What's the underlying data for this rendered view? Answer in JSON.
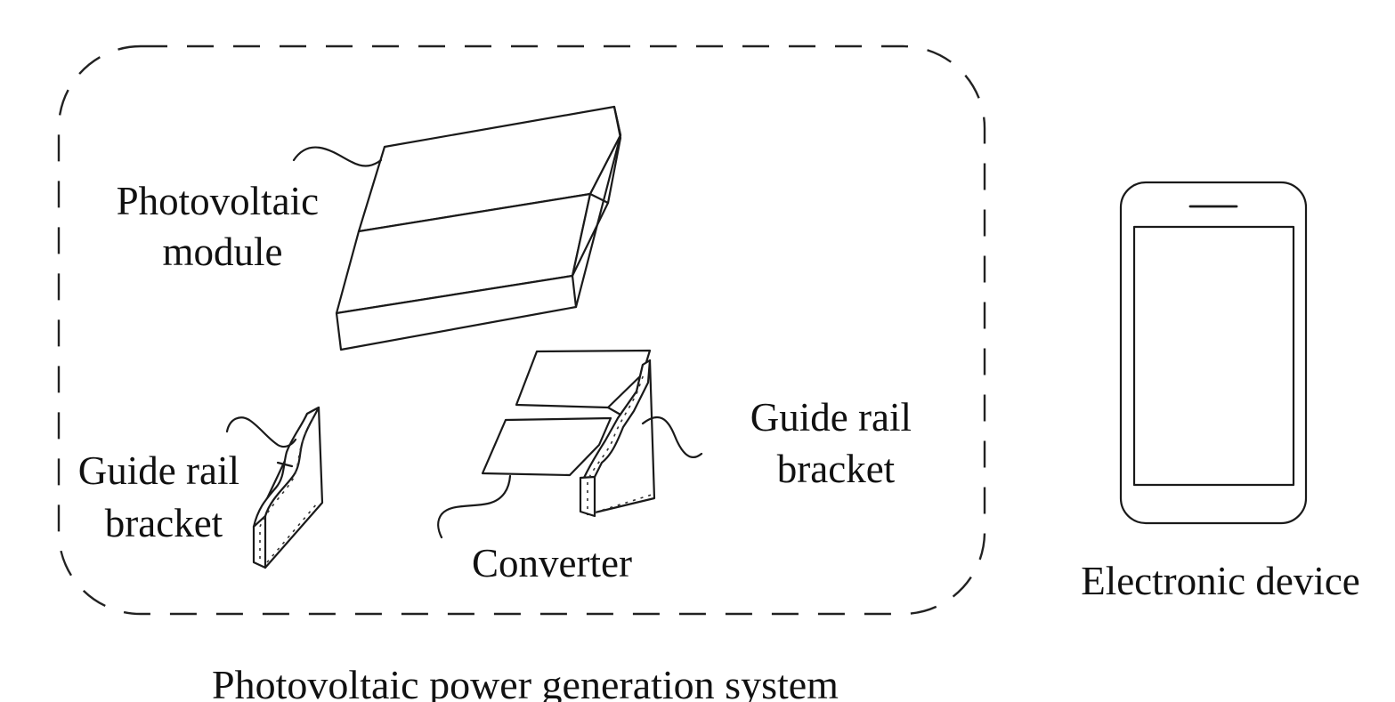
{
  "labels": {
    "photovoltaic_module": [
      "Photovoltaic",
      "module"
    ],
    "guide_rail_bracket_left": [
      "Guide rail",
      "bracket"
    ],
    "guide_rail_bracket_right": [
      "Guide rail",
      "bracket"
    ],
    "converter": "Converter",
    "electronic_device": "Electronic device",
    "system": "Photovoltaic power generation system"
  },
  "colors": {
    "stroke": "#1a1a1a",
    "background": "#ffffff"
  },
  "icons": [
    "photovoltaic-module-icon",
    "guide-rail-bracket-icon",
    "converter-icon",
    "smartphone-icon"
  ]
}
